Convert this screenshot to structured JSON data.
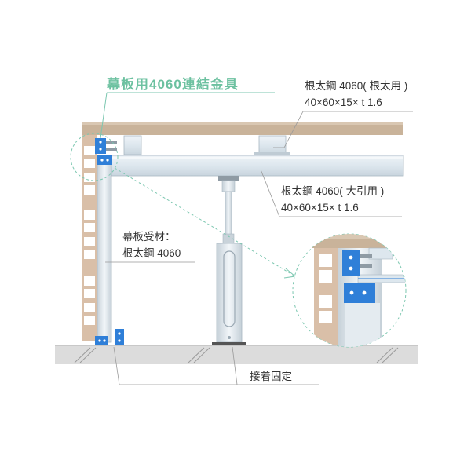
{
  "diagram": {
    "title": "幕板用4060連結金具",
    "labels": {
      "joist": {
        "line1": "根太鋼 4060( 根太用 )",
        "line2": "40×60×15× t 1.6"
      },
      "beam": {
        "line1": "根太鋼 4060( 大引用 )",
        "line2": "40×60×15× t 1.6"
      },
      "fascia": {
        "line1": "幕板受材：",
        "line2": "根太鋼 4060"
      },
      "fix": "接着固定"
    },
    "colors": {
      "accent": "#6cc1a0",
      "bracket": "#2f7fd8",
      "deck": "#c9b39a",
      "steel": "#dde7ee",
      "ground": "#dcdcdc",
      "leader": "#999999"
    }
  }
}
